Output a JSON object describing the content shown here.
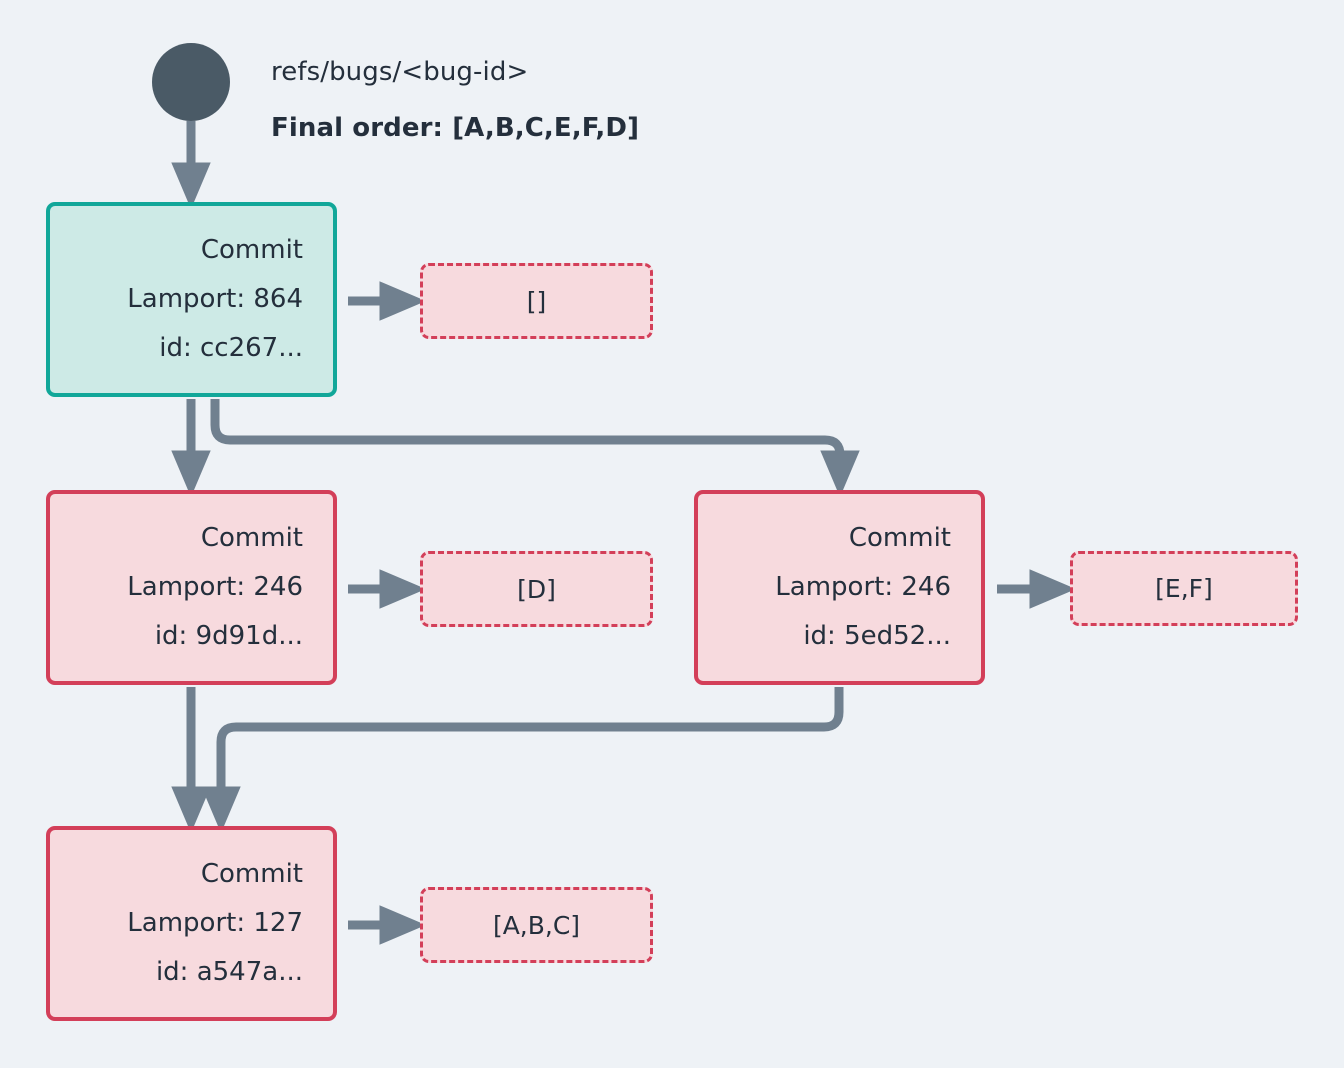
{
  "diagram": {
    "title_ref": "refs/bugs/<bug-id>",
    "final_order": "Final order: [A,B,C,E,F,D]",
    "colors": {
      "background": "#eef2f6",
      "root_dot": "#4a5a66",
      "edge": "#70808f",
      "text": "#242f3c",
      "green_fill": "#cdeae6",
      "green_border": "#11a799",
      "red_fill": "#f7dade",
      "red_border": "#d33f59"
    },
    "nodes": [
      {
        "id": "commit-root",
        "kind": "commit",
        "style": "green",
        "line1": "Commit",
        "line2": "Lamport: 864",
        "line3": "id: cc267..."
      },
      {
        "id": "commit-left",
        "kind": "commit",
        "style": "red",
        "line1": "Commit",
        "line2": "Lamport: 246",
        "line3": "id: 9d91d..."
      },
      {
        "id": "commit-right",
        "kind": "commit",
        "style": "red",
        "line1": "Commit",
        "line2": "Lamport: 246",
        "line3": "id: 5ed52..."
      },
      {
        "id": "commit-bottom",
        "kind": "commit",
        "style": "red",
        "line1": "Commit",
        "line2": "Lamport: 127",
        "line3": "id: a547a..."
      }
    ],
    "oplists": [
      {
        "id": "ops-root",
        "label": "[]"
      },
      {
        "id": "ops-left",
        "label": "[D]"
      },
      {
        "id": "ops-right",
        "label": "[E,F]"
      },
      {
        "id": "ops-bottom",
        "label": "[A,B,C]"
      }
    ]
  }
}
